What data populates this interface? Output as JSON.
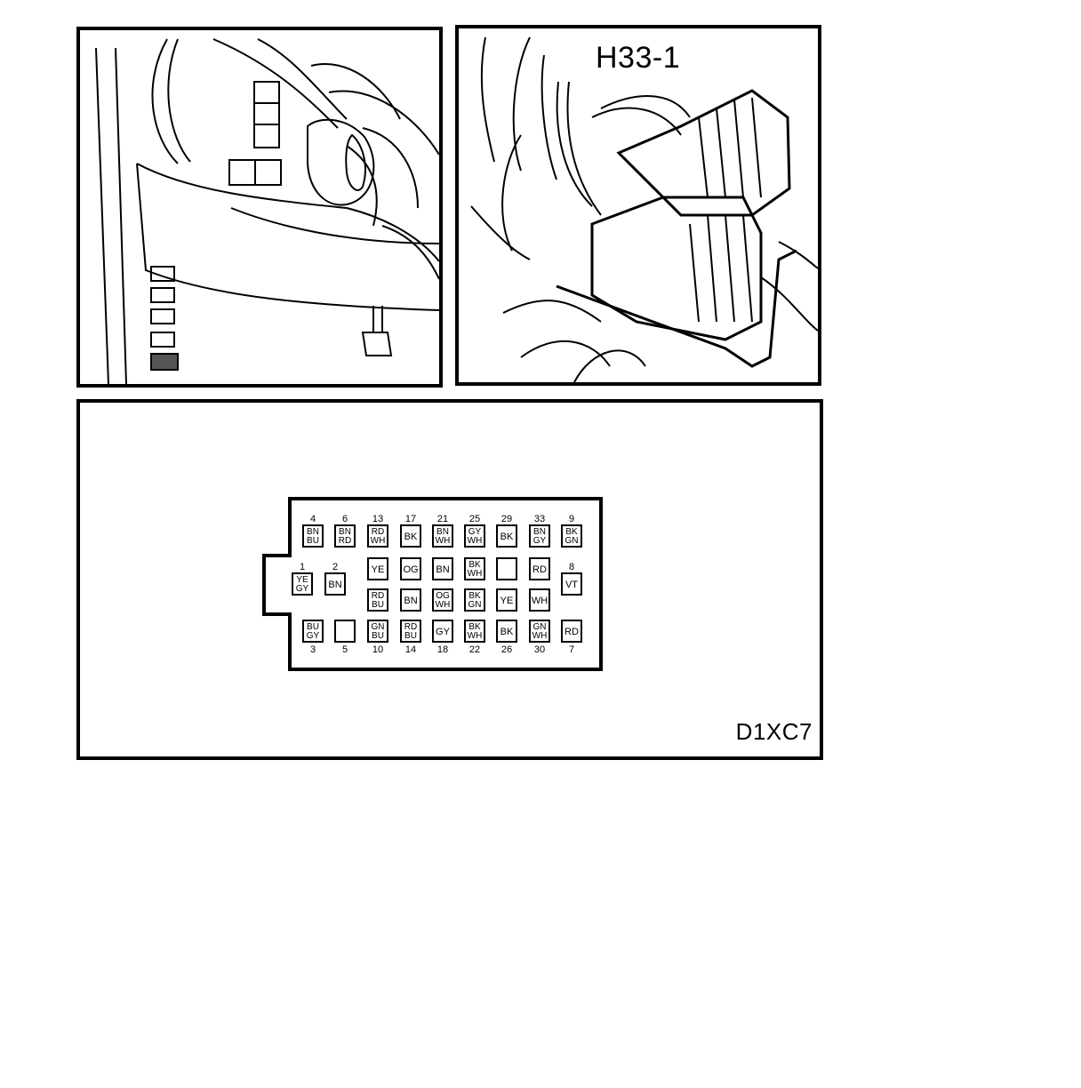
{
  "connector": {
    "label": "H33-1",
    "code": "D1XC7"
  },
  "pins": [
    {
      "no": "4",
      "color": "BN BU"
    },
    {
      "no": "6",
      "color": "BN RD"
    },
    {
      "no": "13",
      "color": "RD WH"
    },
    {
      "no": "17",
      "color": "BK"
    },
    {
      "no": "21",
      "color": "BN WH"
    },
    {
      "no": "25",
      "color": "GY WH"
    },
    {
      "no": "29",
      "color": "BK"
    },
    {
      "no": "33",
      "color": "BN GY"
    },
    {
      "no": "9",
      "color": "BK GN"
    },
    {
      "no": "1",
      "color": "YE GY"
    },
    {
      "no": "2",
      "color": "BN"
    },
    {
      "no": "",
      "color": "YE"
    },
    {
      "no": "",
      "color": "OG"
    },
    {
      "no": "",
      "color": "BN"
    },
    {
      "no": "",
      "color": "BK WH"
    },
    {
      "no": "",
      "color": ""
    },
    {
      "no": "",
      "color": "RD"
    },
    {
      "no": "8",
      "color": "VT"
    },
    {
      "no": "",
      "color": "RD BU"
    },
    {
      "no": "",
      "color": "BN"
    },
    {
      "no": "",
      "color": "OG WH"
    },
    {
      "no": "",
      "color": "BK GN"
    },
    {
      "no": "",
      "color": "YE"
    },
    {
      "no": "",
      "color": "WH"
    },
    {
      "no": "3",
      "color": "BU GY"
    },
    {
      "no": "5",
      "color": ""
    },
    {
      "no": "10",
      "color": "GN BU"
    },
    {
      "no": "14",
      "color": "RD BU"
    },
    {
      "no": "18",
      "color": "GY"
    },
    {
      "no": "22",
      "color": "BK WH"
    },
    {
      "no": "26",
      "color": "BK"
    },
    {
      "no": "30",
      "color": "GN WH"
    },
    {
      "no": "7",
      "color": "RD"
    }
  ]
}
